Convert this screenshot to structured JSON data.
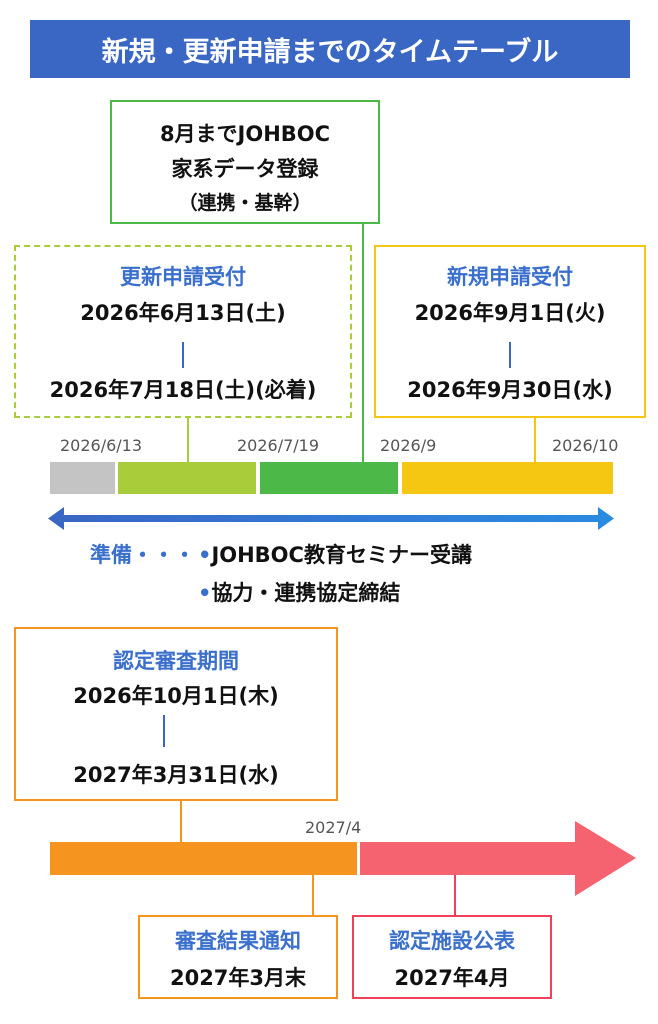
{
  "title": "新規・更新申請までのタイムテーブル",
  "johboc_box": {
    "line1": "8月までJOHBOC",
    "line2": "家系データ登録",
    "line3": "（連携・基幹）"
  },
  "renewal_box": {
    "heading": "更新申請受付",
    "start": "2026年6月13日(土)",
    "end": "2026年7月18日(土)(必着)"
  },
  "new_box": {
    "heading": "新規申請受付",
    "start": "2026年9月1日(火)",
    "end": "2026年9月30日(水)"
  },
  "ticks": [
    "2026/6/13",
    "2026/7/19",
    "2026/9",
    "2026/10"
  ],
  "preparation": {
    "label": "準備・・・",
    "items": [
      "JOHBOC教育セミナー受講",
      "協力・連携協定締結"
    ]
  },
  "review_box": {
    "heading": "認定審査期間",
    "start": "2026年10月1日(木)",
    "end": "2027年3月31日(水)"
  },
  "tick_2027": "2027/4",
  "result_box": {
    "heading": "審査結果通知",
    "date": "2027年3月末"
  },
  "publish_box": {
    "heading": "認定施設公表",
    "date": "2027年4月"
  },
  "colors": {
    "blue": "#3a66c4",
    "gray": "#c4c4c4",
    "lime": "#a8cc3a",
    "green": "#4cb848",
    "yellow": "#f5c712",
    "orange": "#f5941e",
    "pink": "#f56370"
  }
}
